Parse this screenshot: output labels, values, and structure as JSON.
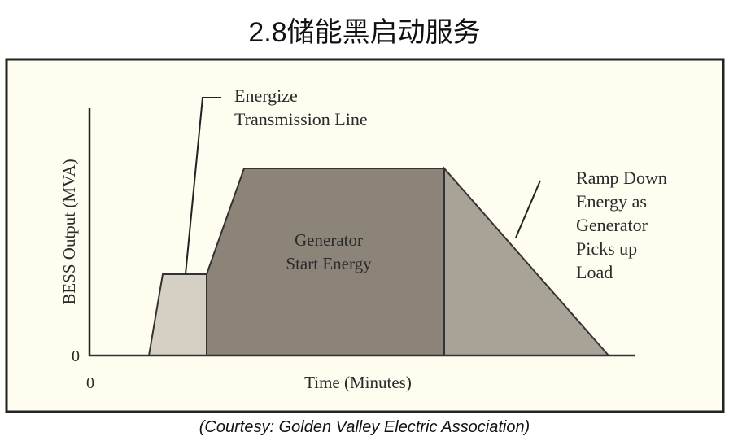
{
  "title": "2.8储能黑启动服务",
  "caption": "(Courtesy: Golden Valley Electric Association)",
  "diagram": {
    "y_axis_label": "BESS Output (MVA)",
    "x_axis_label": "Time (Minutes)",
    "y_origin_label": "0",
    "x_origin_label": "0",
    "annotation_energize": [
      "Energize",
      "Transmission Line"
    ],
    "annotation_generator": [
      "Generator",
      "Start Energy"
    ],
    "annotation_ramp": [
      "Ramp Down",
      "Energy as",
      "Generator",
      "Picks up",
      "Load"
    ],
    "colors": {
      "background": "#fffdf0",
      "energize_fill": "#d6cfc3",
      "generator_fill": "#8c8479",
      "ramp_fill": "#a9a397"
    }
  }
}
